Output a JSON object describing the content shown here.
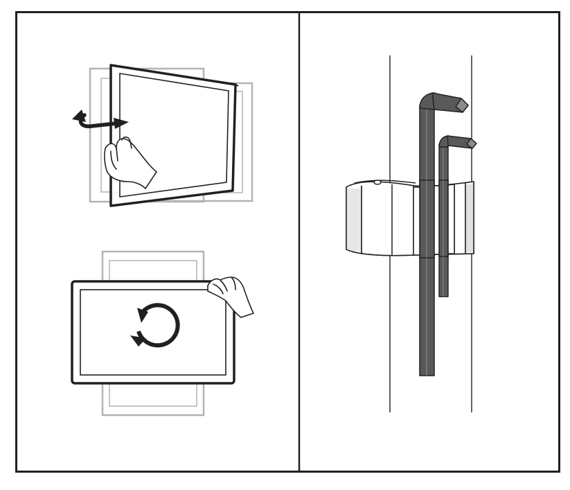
{
  "figure": {
    "panels": [
      {
        "id": "left",
        "contents": [
          "swivel-monitor-illustration",
          "rotate-monitor-illustration"
        ]
      },
      {
        "id": "right",
        "contents": [
          "pole-clamp-illustration",
          "hex-key-large",
          "hex-key-small"
        ]
      }
    ],
    "colors": {
      "ink": "#231f20",
      "ghost": "#b3b3b3",
      "key_fill": "#58595b",
      "key_light": "#8a8b8d",
      "paper": "#ffffff"
    }
  }
}
